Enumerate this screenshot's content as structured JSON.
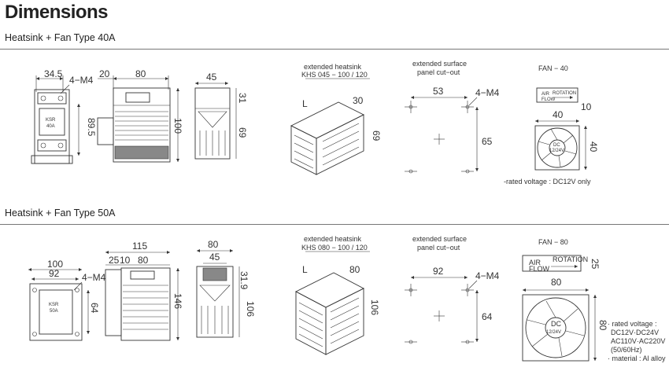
{
  "page": {
    "title": "Dimensions"
  },
  "sections": [
    {
      "heading": "Heatsink + Fan Type 40A",
      "front": {
        "dims": [
          "34.5",
          "4−M4",
          "89.5"
        ],
        "labels": [
          "KSR",
          "40A"
        ]
      },
      "side": {
        "dims": [
          "20",
          "80",
          "100"
        ]
      },
      "end": {
        "dims": [
          "45",
          "31",
          "69"
        ]
      },
      "iso": {
        "caption_line1": "extended heatsink",
        "caption_line2": "KHS 045 − 100 / 120",
        "dims": [
          "L",
          "30",
          "69"
        ]
      },
      "cutout": {
        "caption_line1": "extended surface",
        "caption_line2": "panel cut−out",
        "dims": [
          "53",
          "4−M4",
          "65"
        ]
      },
      "fan": {
        "title": "FAN − 40",
        "air": "AIR",
        "flow": "FLOW",
        "rotation": "ROTATION",
        "dims": [
          "10",
          "40",
          "40"
        ],
        "dc": "DC",
        "volt": "12/24V",
        "note": "-rated voltage : DC12V only"
      }
    },
    {
      "heading": "Heatsink + Fan Type 50A",
      "front": {
        "dims": [
          "100",
          "92",
          "4−M4",
          "64"
        ],
        "labels": [
          "KSR",
          "50A"
        ]
      },
      "side": {
        "dims": [
          "115",
          "25",
          "10",
          "80",
          "146"
        ]
      },
      "end": {
        "dims": [
          "80",
          "45",
          "31.9",
          "106"
        ]
      },
      "iso": {
        "caption_line1": "extended heatsink",
        "caption_line2": "KHS 080 − 100 / 120",
        "dims": [
          "L",
          "80",
          "106"
        ]
      },
      "cutout": {
        "caption_line1": "extended surface",
        "caption_line2": "panel cut−out",
        "dims": [
          "92",
          "4−M4",
          "64"
        ]
      },
      "fan": {
        "title": "FAN − 80",
        "air": "AIR",
        "flow": "FLOW",
        "rotation": "ROTATION",
        "dims": [
          "25",
          "80",
          "80"
        ],
        "dc": "DC",
        "volt": "12/24V",
        "notes": [
          "· rated voltage :",
          "DC12V·DC24V",
          "AC110V·AC220V",
          "(50/60Hz)",
          "· material : Al alloy"
        ]
      }
    }
  ]
}
